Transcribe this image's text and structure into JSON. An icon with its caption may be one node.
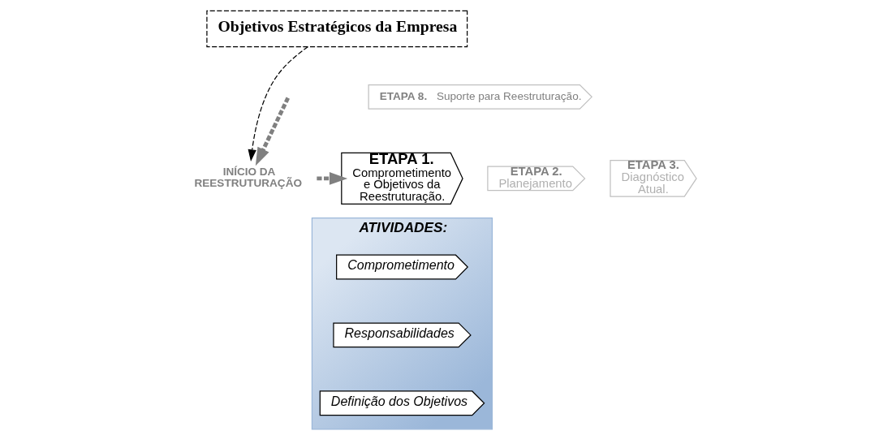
{
  "diagram": {
    "nodes": [
      {
        "text": [
          "Objetivos Estratégicos da Empresa"
        ]
      },
      {
        "text": [
          "INÍCIO DA REESTRUTURAÇÃO"
        ]
      },
      {
        "text": [
          "ETAPA 1.",
          "Comprometimento e Objetivos da Reestruturação."
        ]
      },
      {
        "text": [
          "ETAPA 8.",
          "Suporte para Reestruturação."
        ]
      },
      {
        "text": [
          "ETAPA 2.",
          "Planejamento"
        ]
      },
      {
        "text": [
          "ETAPA 3.",
          "Diagnóstico Atual."
        ]
      },
      {
        "text": [
          "ATIVIDADES:"
        ]
      },
      {
        "text": [
          "Comprometimento"
        ],
        "in": 6
      },
      {
        "text": [
          "Responsabilidades"
        ],
        "in": 6
      },
      {
        "text": [
          "Definição dos Objetivos"
        ],
        "in": 6
      }
    ],
    "edges": [
      {
        "from": 0,
        "to": 1,
        "arrow": "to",
        "style": "dashed",
        "color": "#000000"
      },
      {
        "from": null,
        "to": 1,
        "arrow": "to",
        "style": "dashed",
        "color": "#808080"
      },
      {
        "from": 1,
        "to": 2,
        "arrow": "to",
        "style": "dashed",
        "color": "#808080"
      }
    ]
  }
}
